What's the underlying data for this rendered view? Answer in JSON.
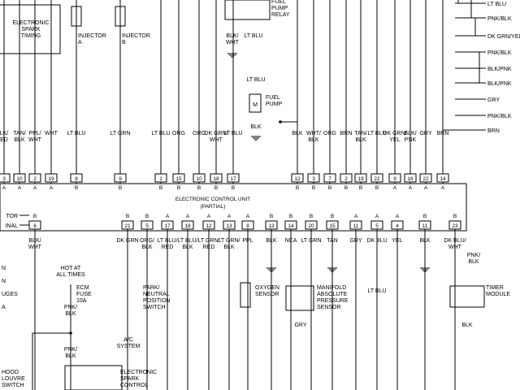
{
  "ecu": {
    "title_line1": "ELECTRONIC CONTROL UNIT",
    "title_line2": "(PARTIAL)"
  },
  "components": {
    "ignition_module": [
      "ELECTRONIC",
      "SPARK",
      "TIMING"
    ],
    "injector_a": [
      "INJECTOR",
      "A"
    ],
    "injector_b": [
      "INJECTOR",
      "B"
    ],
    "fuel_pump_relay": [
      "FUEL",
      "PUMP",
      "RELAY"
    ],
    "fuel_pump": [
      "FUEL",
      "PUMP"
    ],
    "oxygen_sensor": [
      "OXYGEN",
      "SENSOR"
    ],
    "map_sensor": [
      "MANIFOLD",
      "ABSOLUTE",
      "PRESSURE",
      "SENSOR"
    ],
    "timer_module": [
      "TIMER",
      "MODULE"
    ],
    "park_switch": [
      "PARK/",
      "NEUTRAL",
      "POSITION",
      "SWITCH"
    ],
    "ac_system": [
      "A/C",
      "SYSTEM"
    ],
    "hot_at": [
      "HOT AT",
      "ALL TIMES"
    ],
    "ecm_fuse": [
      "ECM",
      "FUSE",
      "10A"
    ],
    "esc_bottom": [
      "ELECTRONIC",
      "SPARK",
      "CONTROL"
    ],
    "hood_louvre": [
      "HOOD",
      "LOUVRE",
      "SWITCH"
    ],
    "left_partial": [
      "N",
      "N",
      "UGES",
      "A"
    ]
  },
  "right_labels": [
    "LT BLU",
    "PNK/BLK",
    "DK GRN/YEL",
    "PNK/BLK",
    "BLK/PNK",
    "BLK/PNK",
    "GRY",
    "PNK/BLK",
    "BRN"
  ],
  "top_wires": [
    {
      "label": [
        "LK/",
        "ED"
      ],
      "pin": "3",
      "letter": "A"
    },
    {
      "label": [
        "TAN/",
        "BLK"
      ],
      "pin": "10",
      "letter": "A"
    },
    {
      "label": [
        "PPL/",
        "WHT"
      ],
      "pin": "2",
      "letter": "A"
    },
    {
      "label": [
        "WHT"
      ],
      "pin": "19",
      "letter": "A"
    },
    {
      "label": [
        "LT BLU"
      ],
      "pin": "8",
      "letter": "B"
    },
    {
      "label": [
        "LT GRN"
      ],
      "pin": "9",
      "letter": "B"
    },
    {
      "label": [
        "LT BLU"
      ],
      "pin": "1",
      "letter": "B"
    },
    {
      "label": [
        "ORG"
      ],
      "pin": "15",
      "letter": "B"
    },
    {
      "label": [
        "ORG"
      ],
      "pin": "10",
      "letter": "B"
    },
    {
      "label": [
        "DK GRN/",
        "WHT"
      ],
      "pin": "18",
      "letter": "B"
    },
    {
      "label": [
        "LT BLU"
      ],
      "pin": "17",
      "letter": "B"
    },
    {
      "label": [
        "BLK"
      ],
      "pin": "12",
      "letter": "B"
    },
    {
      "label": [
        "WHT/",
        "BLK"
      ],
      "pin": "3",
      "letter": "B"
    },
    {
      "label": [
        "ORG"
      ],
      "pin": "7",
      "letter": "B"
    },
    {
      "label": [
        "BRN"
      ],
      "pin": "2",
      "letter": "B"
    },
    {
      "label": [
        "TAN/",
        "BLK"
      ],
      "pin": "19",
      "letter": "B"
    },
    {
      "label": [
        "LT BLU"
      ],
      "pin": "22",
      "letter": "B"
    },
    {
      "label": [
        "DK GRN/",
        "YEL"
      ],
      "pin": "9",
      "letter": "A"
    },
    {
      "label": [
        "BLK/",
        "PNK"
      ],
      "pin": "16",
      "letter": "A"
    },
    {
      "label": [
        "GRY"
      ],
      "pin": "22",
      "letter": "A"
    },
    {
      "label": [
        "BRN"
      ],
      "pin": "14",
      "letter": "A"
    }
  ],
  "top_extra_labels": {
    "blk_wht": [
      "BLK/",
      "WHT"
    ],
    "lt_blu": [
      "LT BLU"
    ],
    "relay_blk": [
      "BLK"
    ],
    "pump_blk": [
      "BLK"
    ],
    "injector_lt_blu": "LT BLU",
    "top_lt_blu": "LT BLU"
  },
  "bottom_wires": [
    {
      "pin": "6",
      "letter": "B",
      "label": [
        "BLK/",
        "WHT"
      ]
    },
    {
      "pin": "21",
      "letter": "B",
      "label": [
        "DK GRN"
      ]
    },
    {
      "pin": "5",
      "letter": "B",
      "label": [
        "ORG/",
        "BLK"
      ]
    },
    {
      "pin": "17",
      "letter": "A",
      "label": [
        "LT BLU/",
        "RED"
      ]
    },
    {
      "pin": "18",
      "letter": "A",
      "label": [
        "LT BLU/",
        "BLK"
      ]
    },
    {
      "pin": "12",
      "letter": "A",
      "label": [
        "LT GRN/",
        "RED"
      ]
    },
    {
      "pin": "13",
      "letter": "A",
      "label": [
        "LT GRN/",
        "BLK"
      ]
    },
    {
      "pin": "8",
      "letter": "A",
      "label": [
        "PPL"
      ]
    },
    {
      "pin": "13",
      "letter": "B",
      "label": [
        "BLK"
      ]
    },
    {
      "pin": "14",
      "letter": "B",
      "label": [
        "NCA"
      ]
    },
    {
      "pin": "20",
      "letter": "B",
      "label": [
        "LT GRN"
      ]
    },
    {
      "pin": "15",
      "letter": "B",
      "label": [
        "TAN"
      ]
    },
    {
      "pin": "11",
      "letter": "A",
      "label": [
        "GRY"
      ]
    },
    {
      "pin": "5",
      "letter": "A",
      "label": [
        "DK BLU"
      ]
    },
    {
      "pin": "4",
      "letter": "A",
      "label": [
        "YEL"
      ]
    },
    {
      "pin": "11",
      "letter": "B",
      "label": [
        "BLK"
      ]
    },
    {
      "pin": "23",
      "letter": "B",
      "label": [
        "DK BLU/",
        "WHT"
      ]
    }
  ],
  "left_side": {
    "arrow1": "TOR",
    "arrow2": "INAL",
    "arrow_letter": "B",
    "bottom_pnk_blk_1": [
      "PNK/",
      "BLK"
    ],
    "bottom_pnk_blk_2": [
      "PNK/",
      "BLK"
    ]
  },
  "bottom_extra_labels": {
    "map_gry": "GRY",
    "lt_blu": "LT BLU",
    "timer_pnk_blk": [
      "PNK/",
      "BLK"
    ],
    "timer_blk": "BLK"
  }
}
